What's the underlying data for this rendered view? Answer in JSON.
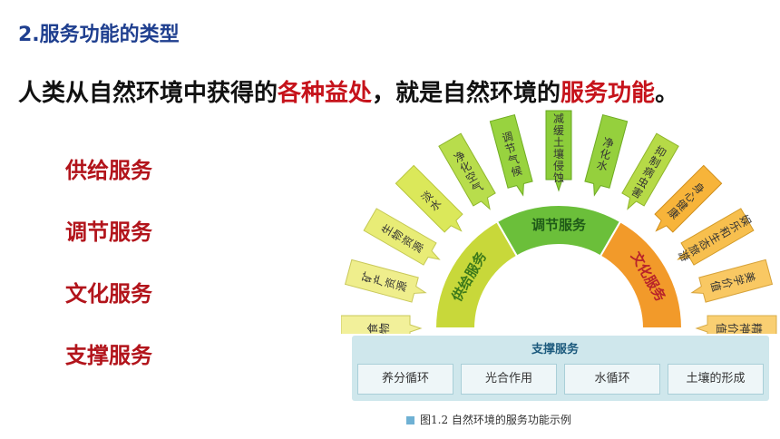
{
  "header": {
    "section_title": "2.服务功能的类型"
  },
  "sentence": {
    "part1": "人类从自然环境中获得的",
    "highlight1": "各种益处",
    "part2": "，就是自然环境的",
    "highlight2": "服务功能",
    "part3": "。"
  },
  "services": [
    {
      "label": "供给服务"
    },
    {
      "label": "调节服务"
    },
    {
      "label": "文化服务"
    },
    {
      "label": "支撑服务"
    }
  ],
  "diagram": {
    "rays": [
      {
        "text": "食物",
        "color": "#f2f09a",
        "stroke": "#c9c85a"
      },
      {
        "text": "矿产资源",
        "color": "#efee8c",
        "stroke": "#c9c85a"
      },
      {
        "text": "生物资源",
        "color": "#e8ec76",
        "stroke": "#c4c853"
      },
      {
        "text": "淡水",
        "color": "#dbe85a",
        "stroke": "#b7c43d"
      },
      {
        "text": "净化空气",
        "color": "#b8dd4c",
        "stroke": "#8fb72e"
      },
      {
        "text": "调节气候",
        "color": "#98d33f",
        "stroke": "#70ad22"
      },
      {
        "text": "减缓土壤侵蚀",
        "color": "#8ccd3a",
        "stroke": "#66a61f"
      },
      {
        "text": "净化水",
        "color": "#95d03d",
        "stroke": "#6eab23"
      },
      {
        "text": "抑制病虫害",
        "color": "#b6da47",
        "stroke": "#8fb52b"
      },
      {
        "text": "身心健康",
        "color": "#f7b43a",
        "stroke": "#d08e1a"
      },
      {
        "text": "娱乐和生态旅游",
        "color": "#f7bf4e",
        "stroke": "#d29a26"
      },
      {
        "text": "美学价值",
        "color": "#f9c863",
        "stroke": "#d6a23a"
      },
      {
        "text": "精神价值",
        "color": "#f9cf72",
        "stroke": "#d8ac4a"
      }
    ],
    "bands": [
      {
        "text": "供给服务",
        "color": "#c8d83a",
        "text_color": "#3d7a1a"
      },
      {
        "text": "调节服务",
        "color": "#6bbf3a",
        "text_color": "#1f5a18"
      },
      {
        "text": "文化服务",
        "color": "#f29a2a",
        "text_color": "#b8232a"
      }
    ],
    "support": {
      "title": "支撑服务",
      "items": [
        "养分循环",
        "光合作用",
        "水循环",
        "土壤的形成"
      ]
    },
    "caption": "图1.2  自然环境的服务功能示例"
  }
}
